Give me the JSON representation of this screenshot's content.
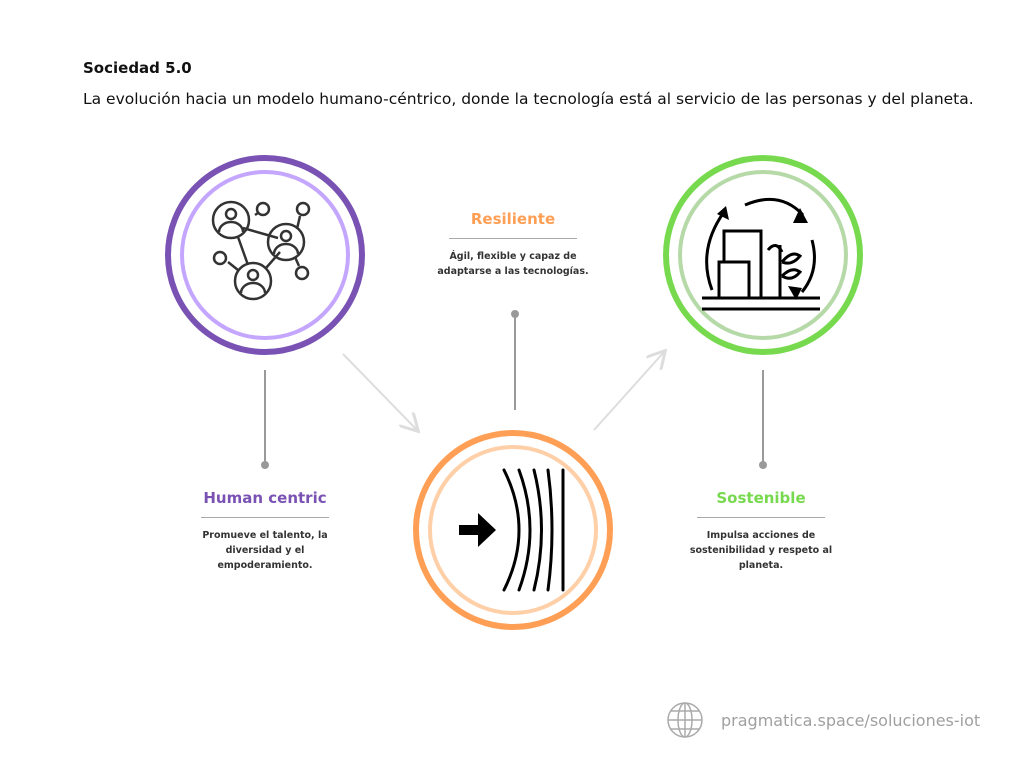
{
  "header": {
    "title": "Sociedad 5.0",
    "subtitle": "La evolución hacia un modelo humano-céntrico, donde la tecnología está al servicio de las personas y del planeta."
  },
  "items": [
    {
      "title": "Human centric",
      "description": "Promueve el talento, la diversidad y el empoderamiento.",
      "icon": "people-network-icon",
      "color": "#7952b3",
      "inner_color": "#c4a6ff"
    },
    {
      "title": "Resiliente",
      "description": "Ágil, flexible y capaz de adaptarse a las tecnologías.",
      "icon": "resilience-arrow-icon",
      "color": "#ff9f55",
      "inner_color": "#ffcfa8"
    },
    {
      "title": "Sostenible",
      "description": "Impulsa acciones de sostenibilidad y respeto al planeta.",
      "icon": "sustainable-city-icon",
      "color": "#77d94e",
      "inner_color": "#b6d9a8"
    }
  ],
  "footer": {
    "link": "pragmatica.space/soluciones-iot",
    "icon": "globe-icon"
  }
}
